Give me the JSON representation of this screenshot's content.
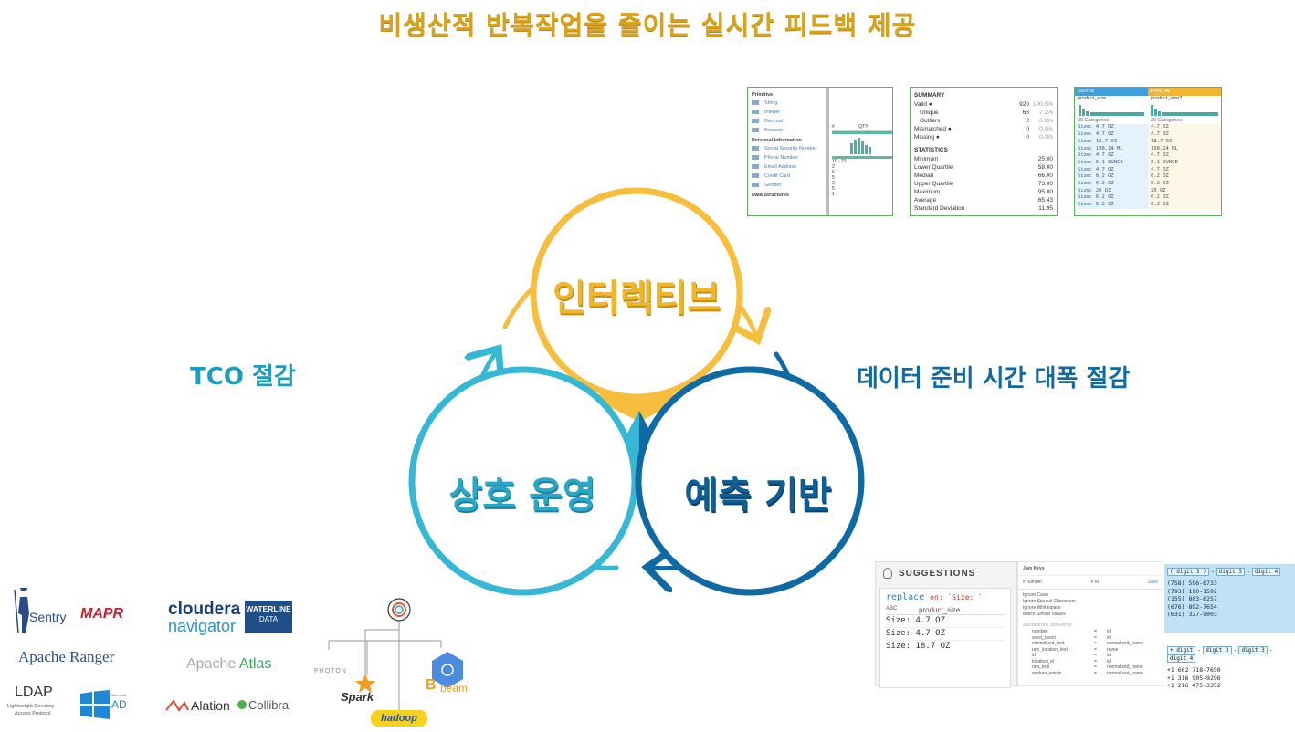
{
  "title": "비생산적 반복작업을 줄이는 실시간 피드백 제공",
  "circles": {
    "top": "인터렉티브",
    "left": "상호 운영",
    "right": "예측 기반"
  },
  "side_labels": {
    "left": "TCO 절감",
    "right": "데이터 준비 시간 대폭 절감"
  },
  "colors": {
    "gold": "#f6be3c",
    "cyan": "#35b8d6",
    "navy": "#0f6aa3"
  },
  "type_panel": {
    "primitive_header": "Primitive",
    "primitive": [
      "String",
      "Integer",
      "Decimal",
      "Boolean"
    ],
    "personal_header": "Personal Information",
    "personal": [
      "Social Security Number",
      "Phone Number",
      "Email Address",
      "Credit Card",
      "Gender"
    ],
    "structures_header": "Data Structures",
    "col_hash": "#",
    "col_name": "QTY",
    "range": "10 - 23",
    "values": [
      "2",
      "6",
      "5",
      "2",
      "5",
      "1"
    ]
  },
  "summary_panel": {
    "summary_header": "SUMMARY",
    "summary": [
      {
        "label": "Valid ●",
        "value": "920",
        "pct": "100.0%"
      },
      {
        "label": "Unique",
        "value": "66",
        "pct": "7.2%"
      },
      {
        "label": "Outliers",
        "value": "2",
        "pct": "0.2%"
      },
      {
        "label": "Mismatched ●",
        "value": "0",
        "pct": "0.0%"
      },
      {
        "label": "Missing ●",
        "value": "0",
        "pct": "0.0%"
      }
    ],
    "stats_header": "STATISTICS",
    "stats": [
      {
        "label": "Minimum",
        "value": "25.00"
      },
      {
        "label": "Lower Quartile",
        "value": "58.00"
      },
      {
        "label": "Median",
        "value": "66.00"
      },
      {
        "label": "Upper Quartile",
        "value": "73.00"
      },
      {
        "label": "Maximum",
        "value": "95.00"
      },
      {
        "label": "Average",
        "value": "65.43"
      },
      {
        "label": "Standard Deviation",
        "value": "11.95"
      }
    ]
  },
  "compare_panel": {
    "source": "Source",
    "preview": "Preview",
    "left_col": "product_size",
    "right_col": "product_size?",
    "left_cats": "29 Categories",
    "right_cats": "29 Categories",
    "rows": [
      [
        "Size: 4.7 OZ",
        "4.7 OZ"
      ],
      [
        "Size: 4.7 OZ",
        "4.7 OZ"
      ],
      [
        "Size: 18.7 OZ",
        "18.7 OZ"
      ],
      [
        "Size: 198.14 ML",
        "198.14 ML"
      ],
      [
        "Size: 4.7 OZ",
        "4.7 OZ"
      ],
      [
        "Size: 6.1 OUNCE",
        "6.1 OUNCE"
      ],
      [
        "Size: 4.7 OZ",
        "4.7 OZ"
      ],
      [
        "Size: 6.2 OZ",
        "6.2 OZ"
      ],
      [
        "Size: 6.2 OZ",
        "6.2 OZ"
      ],
      [
        "Size: 20 OZ",
        "20 OZ"
      ],
      [
        "Size: 6.2 OZ",
        "6.2 OZ"
      ],
      [
        "Size: 6.2 OZ",
        "6.2 OZ"
      ]
    ]
  },
  "suggestions_panel": {
    "header": "SUGGESTIONS",
    "cmd": "replace",
    "on": "on: `Size: `",
    "type": "ABC",
    "col": "product_size",
    "rows": [
      "Size: 4.7 OZ",
      "Size: 4.7 OZ",
      "Size: 18.7 OZ"
    ]
  },
  "join_panel": {
    "header": "Join Keys",
    "left_key": "number",
    "right_key": "id",
    "save": "Save",
    "options": [
      "Ignore Case",
      "Ignore Special Characters",
      "Ignore Whitespace",
      "Match Similar Values"
    ],
    "suggested_header": "SUGGESTED JOIN KEYS",
    "pairs": [
      [
        "number",
        "id"
      ],
      [
        "ward_count",
        "id"
      ],
      [
        "normalized_text",
        "normalized_name"
      ],
      [
        "raw_location_text",
        "name"
      ],
      [
        "id",
        "id"
      ],
      [
        "location_id",
        "id"
      ],
      [
        "raw_text",
        "normalized_name"
      ],
      [
        "spoken_words",
        "normalized_name"
      ]
    ]
  },
  "phone_panel": {
    "pattern1": [
      "( digit 3 )",
      "-",
      "digit 3",
      "-",
      "digit 4"
    ],
    "numbers1": [
      "(758) 596-6733",
      "(793) 190-1592",
      "(155) 803-6257",
      "(676) 892-7654",
      "(631) 327-9003"
    ],
    "pattern2": [
      "+ digit",
      "-",
      "digit 3",
      "-",
      "digit 3",
      "-",
      "digit 4"
    ],
    "numbers2": [
      "+1 602 718-7650",
      "+1 316 905-9296",
      "+1 216 475-3352"
    ]
  },
  "logos": {
    "sentry": "Sentry",
    "mapr": "MAPR",
    "ranger": "Apache Ranger",
    "ldap": "LDAP",
    "ldap_sub1": "Lightweight Directory",
    "ldap_sub2": "Access Protocol",
    "ms_small": "Microsoft",
    "ad": "AD",
    "cloudera": "cloudera",
    "navigator": "navigator",
    "waterline1": "WATERLINE",
    "waterline2": "DATA",
    "atlas_a": "Apache",
    "atlas_b": "Atlas",
    "alation": "Alation",
    "collibra": "Collibra",
    "photon": "PHOTON",
    "spark": "Spark",
    "beam": "beam",
    "hadoop": "hadoop"
  }
}
